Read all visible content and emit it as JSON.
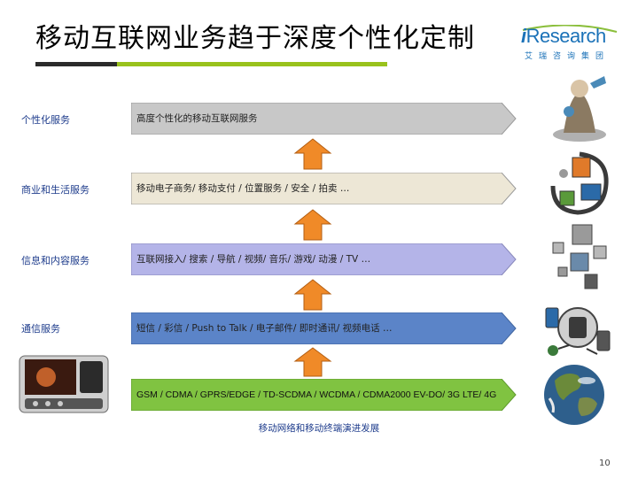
{
  "slide": {
    "title": "移动互联网业务趋于深度个性化定制",
    "page_number": "10",
    "caption": "移动网络和移动终端演进发展"
  },
  "logo": {
    "prefix": "i",
    "name": "Research",
    "subtitle": "艾瑞咨询集团",
    "color": "#1b72b8"
  },
  "layers": [
    {
      "label": "个性化服务",
      "text": "高度个性化的移动互联网服务",
      "fill": "#c8c8c8"
    },
    {
      "label": "商业和生活服务",
      "text": "移动电子商务/ 移动支付 / 位置服务 / 安全 / 拍卖 …",
      "fill": "#ede7d6"
    },
    {
      "label": "信息和内容服务",
      "text": "互联网接入/ 搜索 / 导航 / 视频/ 音乐/ 游戏/ 动漫 / TV …",
      "fill": "#b4b4e8"
    },
    {
      "label": "通信服务",
      "text": "短信 / 彩信 / Push to Talk / 电子邮件/ 即时通讯/ 视频电话 …",
      "fill": "#5b84c8"
    },
    {
      "label": "",
      "text": "GSM / CDMA / GPRS/EDGE / TD-SCDMA / WCDMA / CDMA2000 EV-DO/ 3G LTE/ 4G",
      "fill": "#80c341"
    }
  ],
  "colors": {
    "arrow_fill": "#f08a28",
    "label_color": "#1e3c8c",
    "title_accent_green": "#99c21c"
  },
  "icons": {
    "phone": "mobile-phone-image",
    "globe": "earth-globe-image",
    "personal": "personal-character-icon",
    "commerce": "commerce-swirl-icon",
    "content": "content-blocks-icon",
    "communication": "communication-devices-icon"
  }
}
